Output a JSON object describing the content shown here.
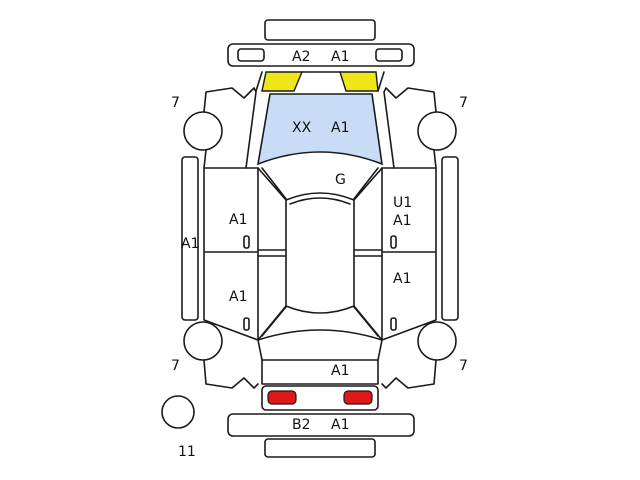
{
  "labels": {
    "front_bumper": "A2",
    "front_bumper_2": "A1",
    "windshield_1": "XX",
    "windshield_2": "A1",
    "roof": "G",
    "front_right_wheel": "7",
    "front_left_wheel": "7",
    "left_rocker": "A1",
    "left_front_door": "A1",
    "left_rear_door": "A1",
    "right_front_door_1": "U1",
    "right_front_door_2": "A1",
    "right_rear_door": "A1",
    "rear_left_wheel": "7",
    "rear_right_wheel": "7",
    "trunk": "A1",
    "rear_bumper_1": "B2",
    "rear_bumper_2": "A1",
    "spare_tire": "11"
  },
  "colors": {
    "headlights": "#f0e616",
    "windshield": "#c8dcf6",
    "taillights": "#e01818",
    "outline": "#1a1a1a"
  }
}
